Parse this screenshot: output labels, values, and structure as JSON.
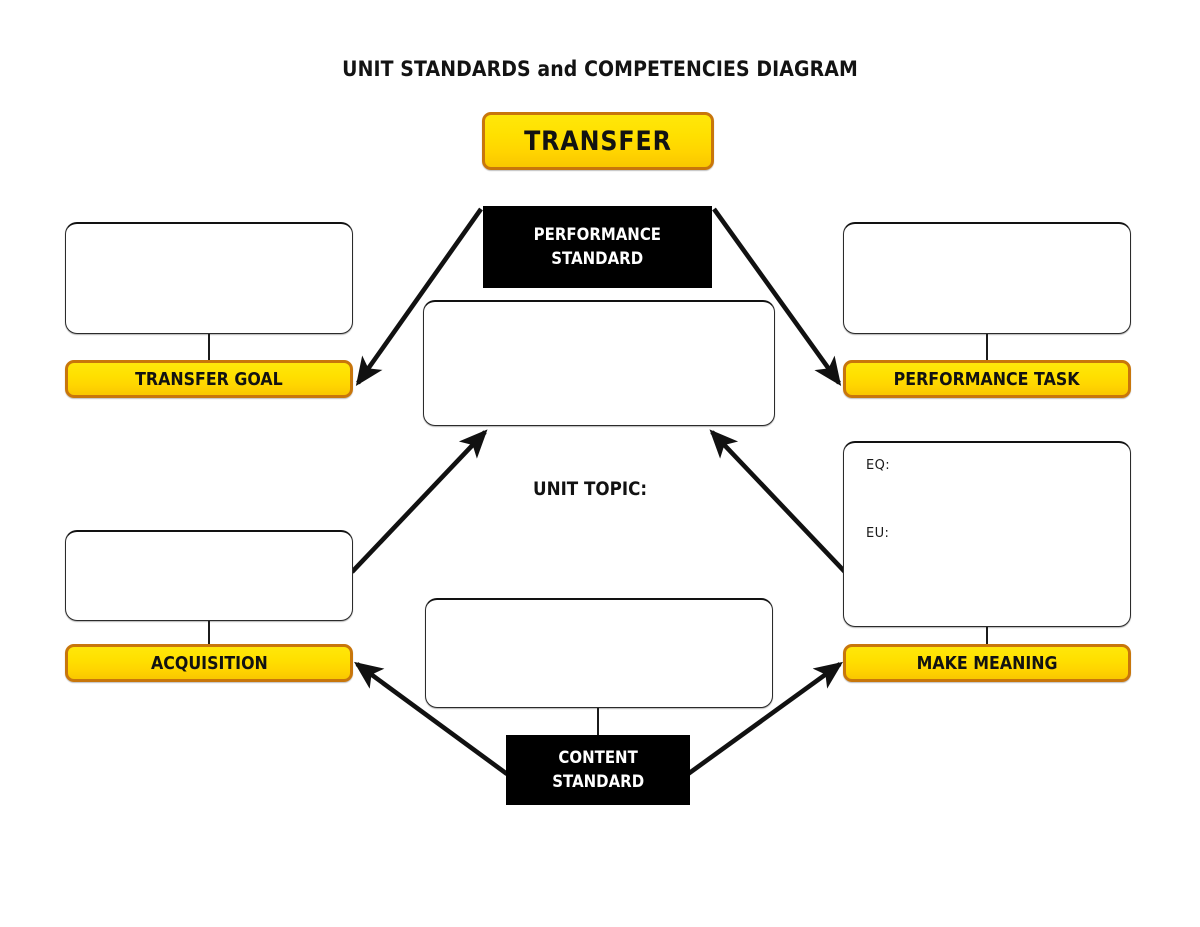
{
  "title": "UNIT STANDARDS and COMPETENCIES DIAGRAM",
  "colors": {
    "yellow_fill": "#FFD400",
    "yellow_border": "#C8760B",
    "black_box": "#000000",
    "white_box_border": "#2b2b2b",
    "text": "#121212"
  },
  "nodes": {
    "transfer": {
      "label": "TRANSFER",
      "style": "yellow"
    },
    "performance_standard": {
      "line1": "PERFORMANCE",
      "line2": "STANDARD",
      "style": "black"
    },
    "content_standard": {
      "line1": "CONTENT",
      "line2": "STANDARD",
      "style": "black"
    },
    "transfer_goal": {
      "label": "TRANSFER GOAL",
      "style": "yellow"
    },
    "performance_task": {
      "label": "PERFORMANCE TASK",
      "style": "yellow"
    },
    "acquisition": {
      "label": "ACQUISITION",
      "style": "yellow"
    },
    "make_meaning": {
      "label": "MAKE MEANING",
      "style": "yellow"
    }
  },
  "fields": {
    "unit_topic_label": "UNIT TOPIC:",
    "eq_label": "EQ:",
    "eu_label": "EU:",
    "transfer_goal_note": "",
    "performance_task_note": "",
    "acquisition_note": "",
    "make_meaning_note": "",
    "unit_topic_value": "",
    "content_note": ""
  },
  "connections": [
    {
      "from": "performance_standard",
      "to": "transfer_goal",
      "type": "arrow"
    },
    {
      "from": "performance_standard",
      "to": "performance_task",
      "type": "arrow"
    },
    {
      "from": "acquisition_note",
      "to": "unit_topic_box",
      "type": "arrow"
    },
    {
      "from": "make_meaning_note",
      "to": "unit_topic_box",
      "type": "arrow"
    },
    {
      "from": "content_standard",
      "to": "acquisition",
      "type": "arrow"
    },
    {
      "from": "content_standard",
      "to": "make_meaning",
      "type": "arrow"
    },
    {
      "from": "transfer_goal_note",
      "to": "transfer_goal",
      "type": "line"
    },
    {
      "from": "performance_task_note",
      "to": "performance_task",
      "type": "line"
    },
    {
      "from": "acquisition_note",
      "to": "acquisition",
      "type": "line"
    },
    {
      "from": "make_meaning_note",
      "to": "make_meaning",
      "type": "line"
    },
    {
      "from": "content_note",
      "to": "content_standard",
      "type": "line"
    }
  ]
}
